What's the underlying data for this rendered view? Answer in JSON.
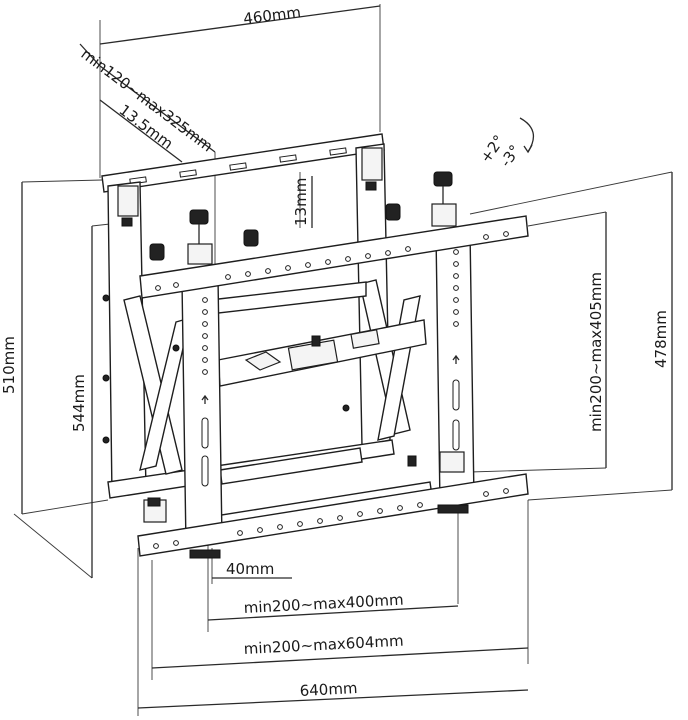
{
  "dimensions": {
    "top_width": "460mm",
    "vesa_depth_range": "min120~max325mm",
    "offset": "13.5mm",
    "tilt": "+2°",
    "tilt_neg": "-3°",
    "adjust_height": "13mm",
    "left_height": "510mm",
    "inner_height": "544mm",
    "vesa_vertical": "min200~max405mm",
    "right_height": "478mm",
    "rail_gap": "40mm",
    "vesa_horizontal": "min200~max400mm",
    "vesa_horizontal_max": "min200~max604mm",
    "bottom_width": "640mm"
  }
}
